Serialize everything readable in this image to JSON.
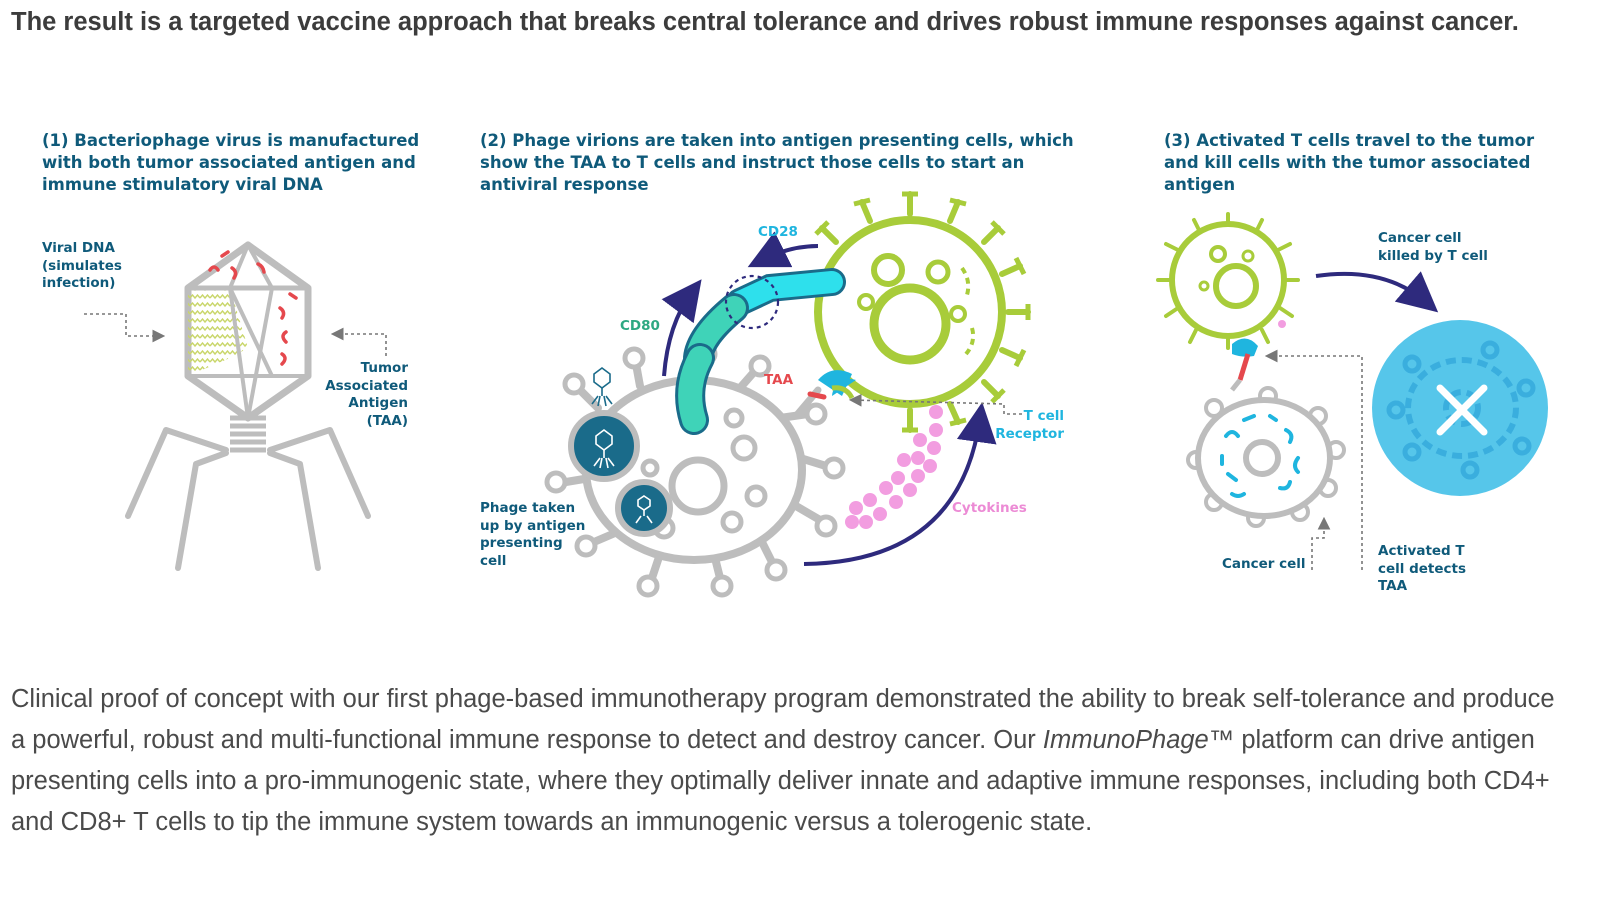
{
  "heading": "The result is a targeted vaccine approach that breaks central tolerance and drives robust immune responses against cancer.",
  "panels": [
    {
      "title": "(1) Bacteriophage virus is manufactured with both tumor associated antigen and immune stimulatory viral DNA",
      "labels": {
        "viral_dna": "Viral DNA (simulates infection)",
        "taa": "Tumor Associated Antigen (TAA)"
      }
    },
    {
      "title": "(2) Phage virions are taken into antigen presenting cells, which show the TAA to T cells and instruct those cells to start an antiviral response",
      "labels": {
        "cd28": "CD28",
        "cd80": "CD80",
        "taa": "TAA",
        "t_cell_receptor": "T cell Receptor",
        "cytokines": "Cytokines",
        "phage_taken": "Phage taken up by antigen presenting cell"
      }
    },
    {
      "title": "(3) Activated T cells travel to the tumor and kill cells with the tumor associated antigen",
      "labels": {
        "cancer_cell_killed": "Cancer cell killed by T cell",
        "cancer_cell": "Cancer cell",
        "activated_t_cell": "Activated T cell detects TAA"
      }
    }
  ],
  "paragraph": {
    "before": "Clinical proof of concept with our first phage-based immunotherapy program demonstrated the ability to break self-tolerance and produce a powerful, robust and multi-functional immune response to detect and destroy cancer.  Our ",
    "brand": "ImmunoPhage™",
    "after": " platform can drive antigen presenting cells into a pro-immunogenic state, where they optimally deliver innate and adaptive immune responses, including both CD4+ and CD8+ T cells to tip the immune system towards an immunogenic versus a tolerogenic state."
  },
  "colors": {
    "navy": "#0f5a7a",
    "teal": "#1a6b8a",
    "cyan": "#1fb5df",
    "green_cell": "#a8cc3a",
    "grey_outline": "#bcbcbc",
    "pink": "#f29de0",
    "red": "#e5484d"
  }
}
